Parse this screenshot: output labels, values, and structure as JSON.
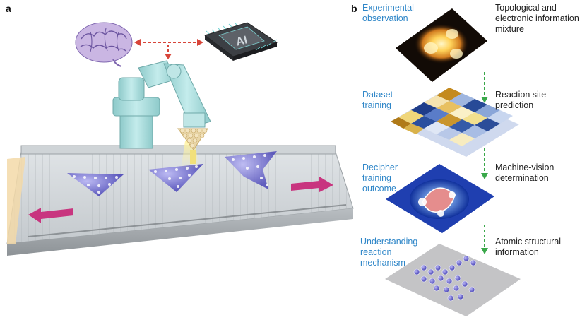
{
  "panel_a": {
    "letter": "a",
    "chip_text": "AI"
  },
  "panel_b": {
    "letter": "b",
    "steps": [
      {
        "left": [
          "Experimental",
          "observation"
        ],
        "right": [
          "Topological and",
          "electronic information",
          "mixture"
        ]
      },
      {
        "left": [
          "Dataset",
          "training"
        ],
        "right": [
          "Reaction site",
          "prediction"
        ]
      },
      {
        "left": [
          "Decipher",
          "training",
          "outcome"
        ],
        "right": [
          "Machine-vision",
          "determination"
        ]
      },
      {
        "left": [
          "Understanding",
          "reaction",
          "mechanism"
        ],
        "right": [
          "Atomic structural",
          "information"
        ]
      }
    ]
  },
  "colors": {
    "label_blue": "#2e86c8",
    "arrow_green": "#3aa84a",
    "arrow_magenta": "#c8357f",
    "dashed_red": "#d8453a",
    "robot_teal": "#a7dcdc"
  }
}
